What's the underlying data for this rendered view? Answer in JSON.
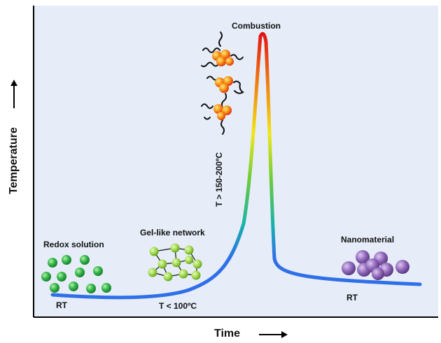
{
  "figure": {
    "labels": {
      "combustion": "Combustion",
      "redox_solution": "Redox  solution",
      "gel_network": "Gel-like network",
      "nanomaterial": "Nanomaterial",
      "rt_left": "RT",
      "rt_right": "RT",
      "t_low": "T < 100ºC",
      "t_high": "T > 150-200ºC"
    },
    "axes": {
      "x_label": "Time",
      "y_label": "Temperature"
    },
    "colors": {
      "panel": "#E6EDF8",
      "curve_cool": "#2F6FE8",
      "curve_hot": "#E11A1A",
      "green_sphere": "#2FB34A",
      "gel_node": "#9ED84A",
      "nano_sphere": "#8C63B5",
      "flame_particle": "#F28C12"
    },
    "icons": {
      "redox": "green-spheres-icon",
      "gel": "gel-network-icon",
      "nano": "nanoparticle-cluster-icon",
      "combustion": "burning-particles-icon"
    }
  }
}
